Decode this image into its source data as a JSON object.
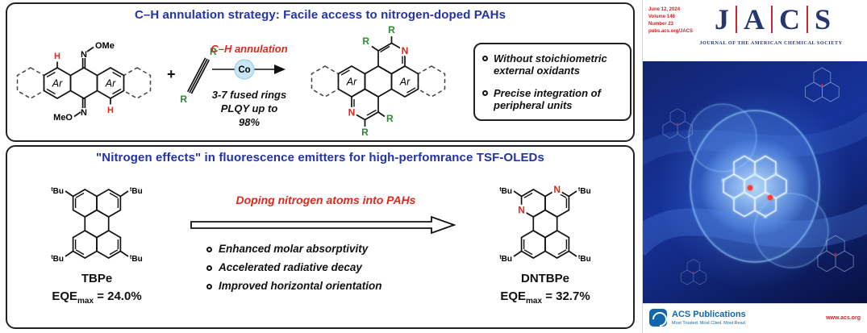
{
  "scheme": {
    "title": "C–H annulation strategy: Facile access to nitrogen-doped PAHs",
    "labels": {
      "ar": "Ar",
      "h": "H",
      "n": "N",
      "r": "R",
      "ome": "OMe",
      "meo": "MeO"
    },
    "plus": "+",
    "arrow": {
      "label": "C–H annulation",
      "catalyst": "Co",
      "condition1": "3-7 fused rings",
      "condition2": "PLQY up to 98%"
    },
    "benefits": [
      "Without stoichiometric external oxidants",
      "Precise integration of peripheral units"
    ]
  },
  "oled": {
    "title": "\"Nitrogen effects\" in fluorescence emitters for high-perfomrance TSF-OLEDs",
    "tbu": {
      "sup": "t",
      "base": "Bu"
    },
    "n_label": "N",
    "arrow_label": "Doping nitrogen atoms into PAHs",
    "bullets": [
      "Enhanced molar absorptivity",
      "Accelerated radiative decay",
      "Improved horizontal orientation"
    ],
    "tbpe": {
      "name": "TBPe",
      "eqe_label": "EQE",
      "eqe_sub": "max",
      "eqe_value": " = 24.0%"
    },
    "dntbpe": {
      "name": "DNTBPe",
      "eqe_label": "EQE",
      "eqe_sub": "max",
      "eqe_value": " = 32.7%"
    }
  },
  "cover": {
    "issue": [
      "June 12, 2024",
      "Volume 146",
      "Number 23",
      "pubs.acs.org/JACS"
    ],
    "letters": [
      "J",
      "A",
      "C",
      "S"
    ],
    "journal_name": "JOURNAL OF THE AMERICAN CHEMICAL SOCIETY",
    "publisher_name": "ACS Publications",
    "publisher_tagline": "Most Trusted. Most Cited. Most Read.",
    "website": "www.acs.org"
  },
  "colors": {
    "title_blue": "#2333a8",
    "accent_red": "#d92a1c",
    "substituent_green": "#2e8b36",
    "cover_navy": "#26366f"
  }
}
